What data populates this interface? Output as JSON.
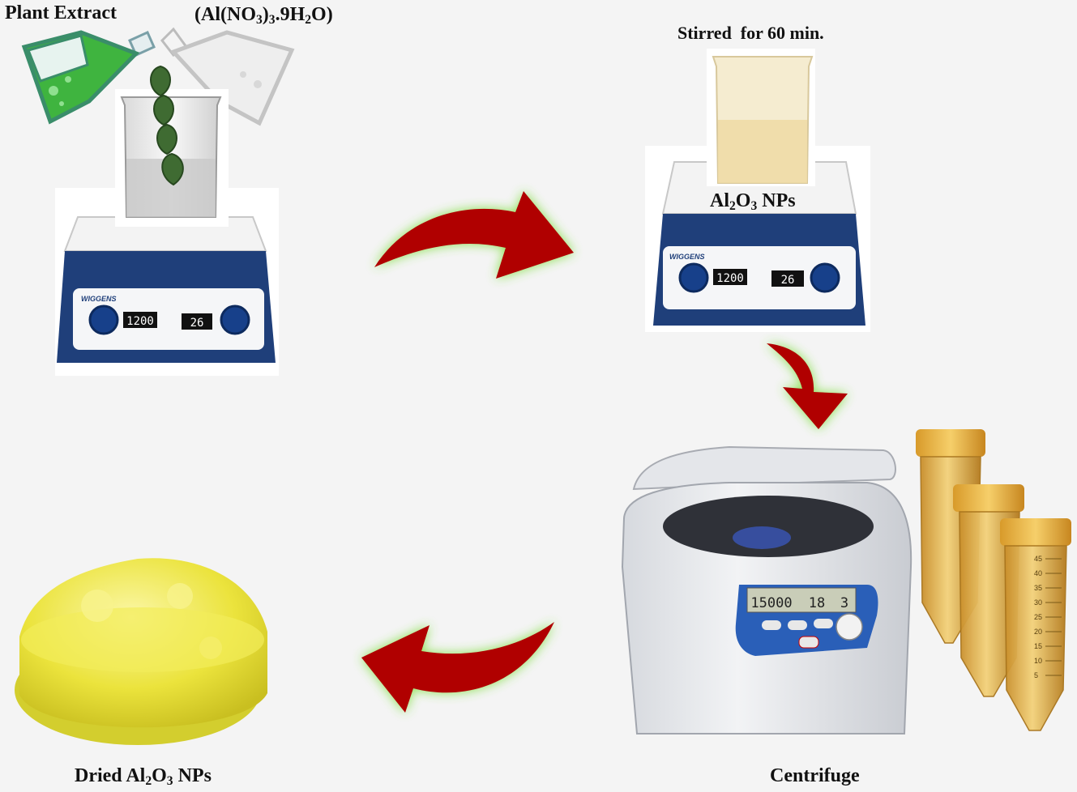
{
  "labels": {
    "plant_extract": "Plant Extract",
    "salt_prefix": "(Al(NO",
    "salt_sub1": "3",
    "salt_mid": ")",
    "salt_sub2": "3",
    "salt_mid2": ".9H",
    "salt_sub3": "2",
    "salt_suffix": "O)",
    "stirred": "Stirred  for 60 min.",
    "np_prefix": "Al",
    "np_sub1": "2",
    "np_mid": "O",
    "np_sub2": "3",
    "np_suffix": " NPs",
    "centrifuge": "Centrifuge",
    "dried_prefix": "Dried Al",
    "dried_sub1": "2",
    "dried_mid": "O",
    "dried_sub2": "3",
    "dried_suffix": " NPs"
  },
  "stirrer": {
    "brand": "WIGGENS",
    "speed": "1200",
    "temp": "26"
  },
  "centrifuge_display": {
    "speed": "15000",
    "temp": "18",
    "time": "3"
  },
  "tube_scale": [
    "45",
    "40",
    "35",
    "30",
    "25",
    "20",
    "15",
    "10",
    "5"
  ],
  "colors": {
    "arrow": "#b00000",
    "arrow_glow": "#7dde3a",
    "stirrer_base": "#1e3f78",
    "powder": "#e8e23a",
    "tube_liquid": "#e6b24a"
  }
}
